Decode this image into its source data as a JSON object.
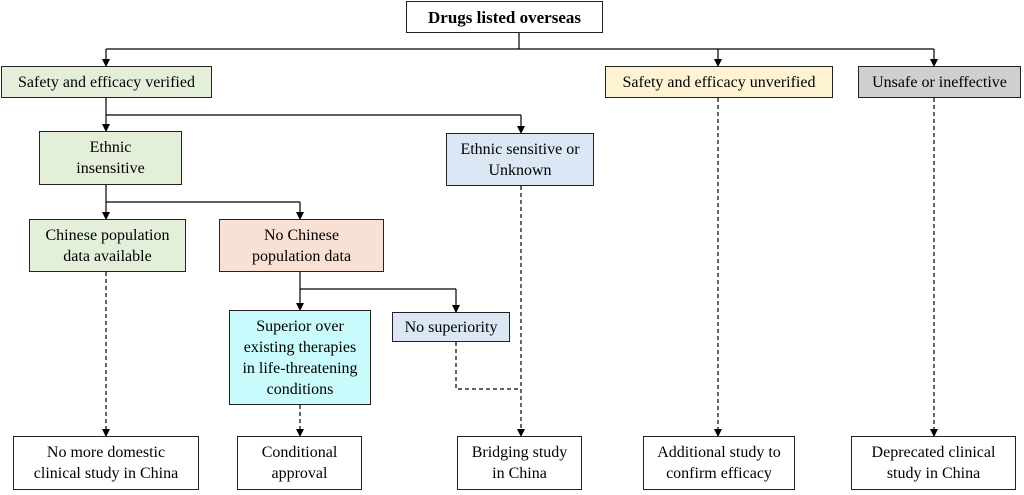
{
  "nodes": {
    "root": "Drugs listed overseas",
    "verified": "Safety and efficacy verified",
    "unverified": "Safety and efficacy unverified",
    "unsafe": "Unsafe or ineffective",
    "insensitive": "Ethnic insensitive",
    "sensitive": "Ethnic sensitive or Unknown",
    "cn_data": "Chinese population data available",
    "no_cn_data": "No Chinese population data",
    "superior": "Superior over existing therapies in life-threatening conditions",
    "no_superiority": "No superiority",
    "no_domestic": "No more domestic clinical study in China",
    "conditional": "Conditional approval",
    "bridging": "Bridging study in China",
    "additional": "Additional study to confirm efficacy",
    "deprecated": "Deprecated clinical study in China"
  },
  "colors": {
    "green": "#e3efd9",
    "yellow": "#fdf3d3",
    "gray": "#cfcfcf",
    "blue": "#dbe7f5",
    "peach": "#f9e0d4",
    "cyan": "#c9fbfd"
  }
}
